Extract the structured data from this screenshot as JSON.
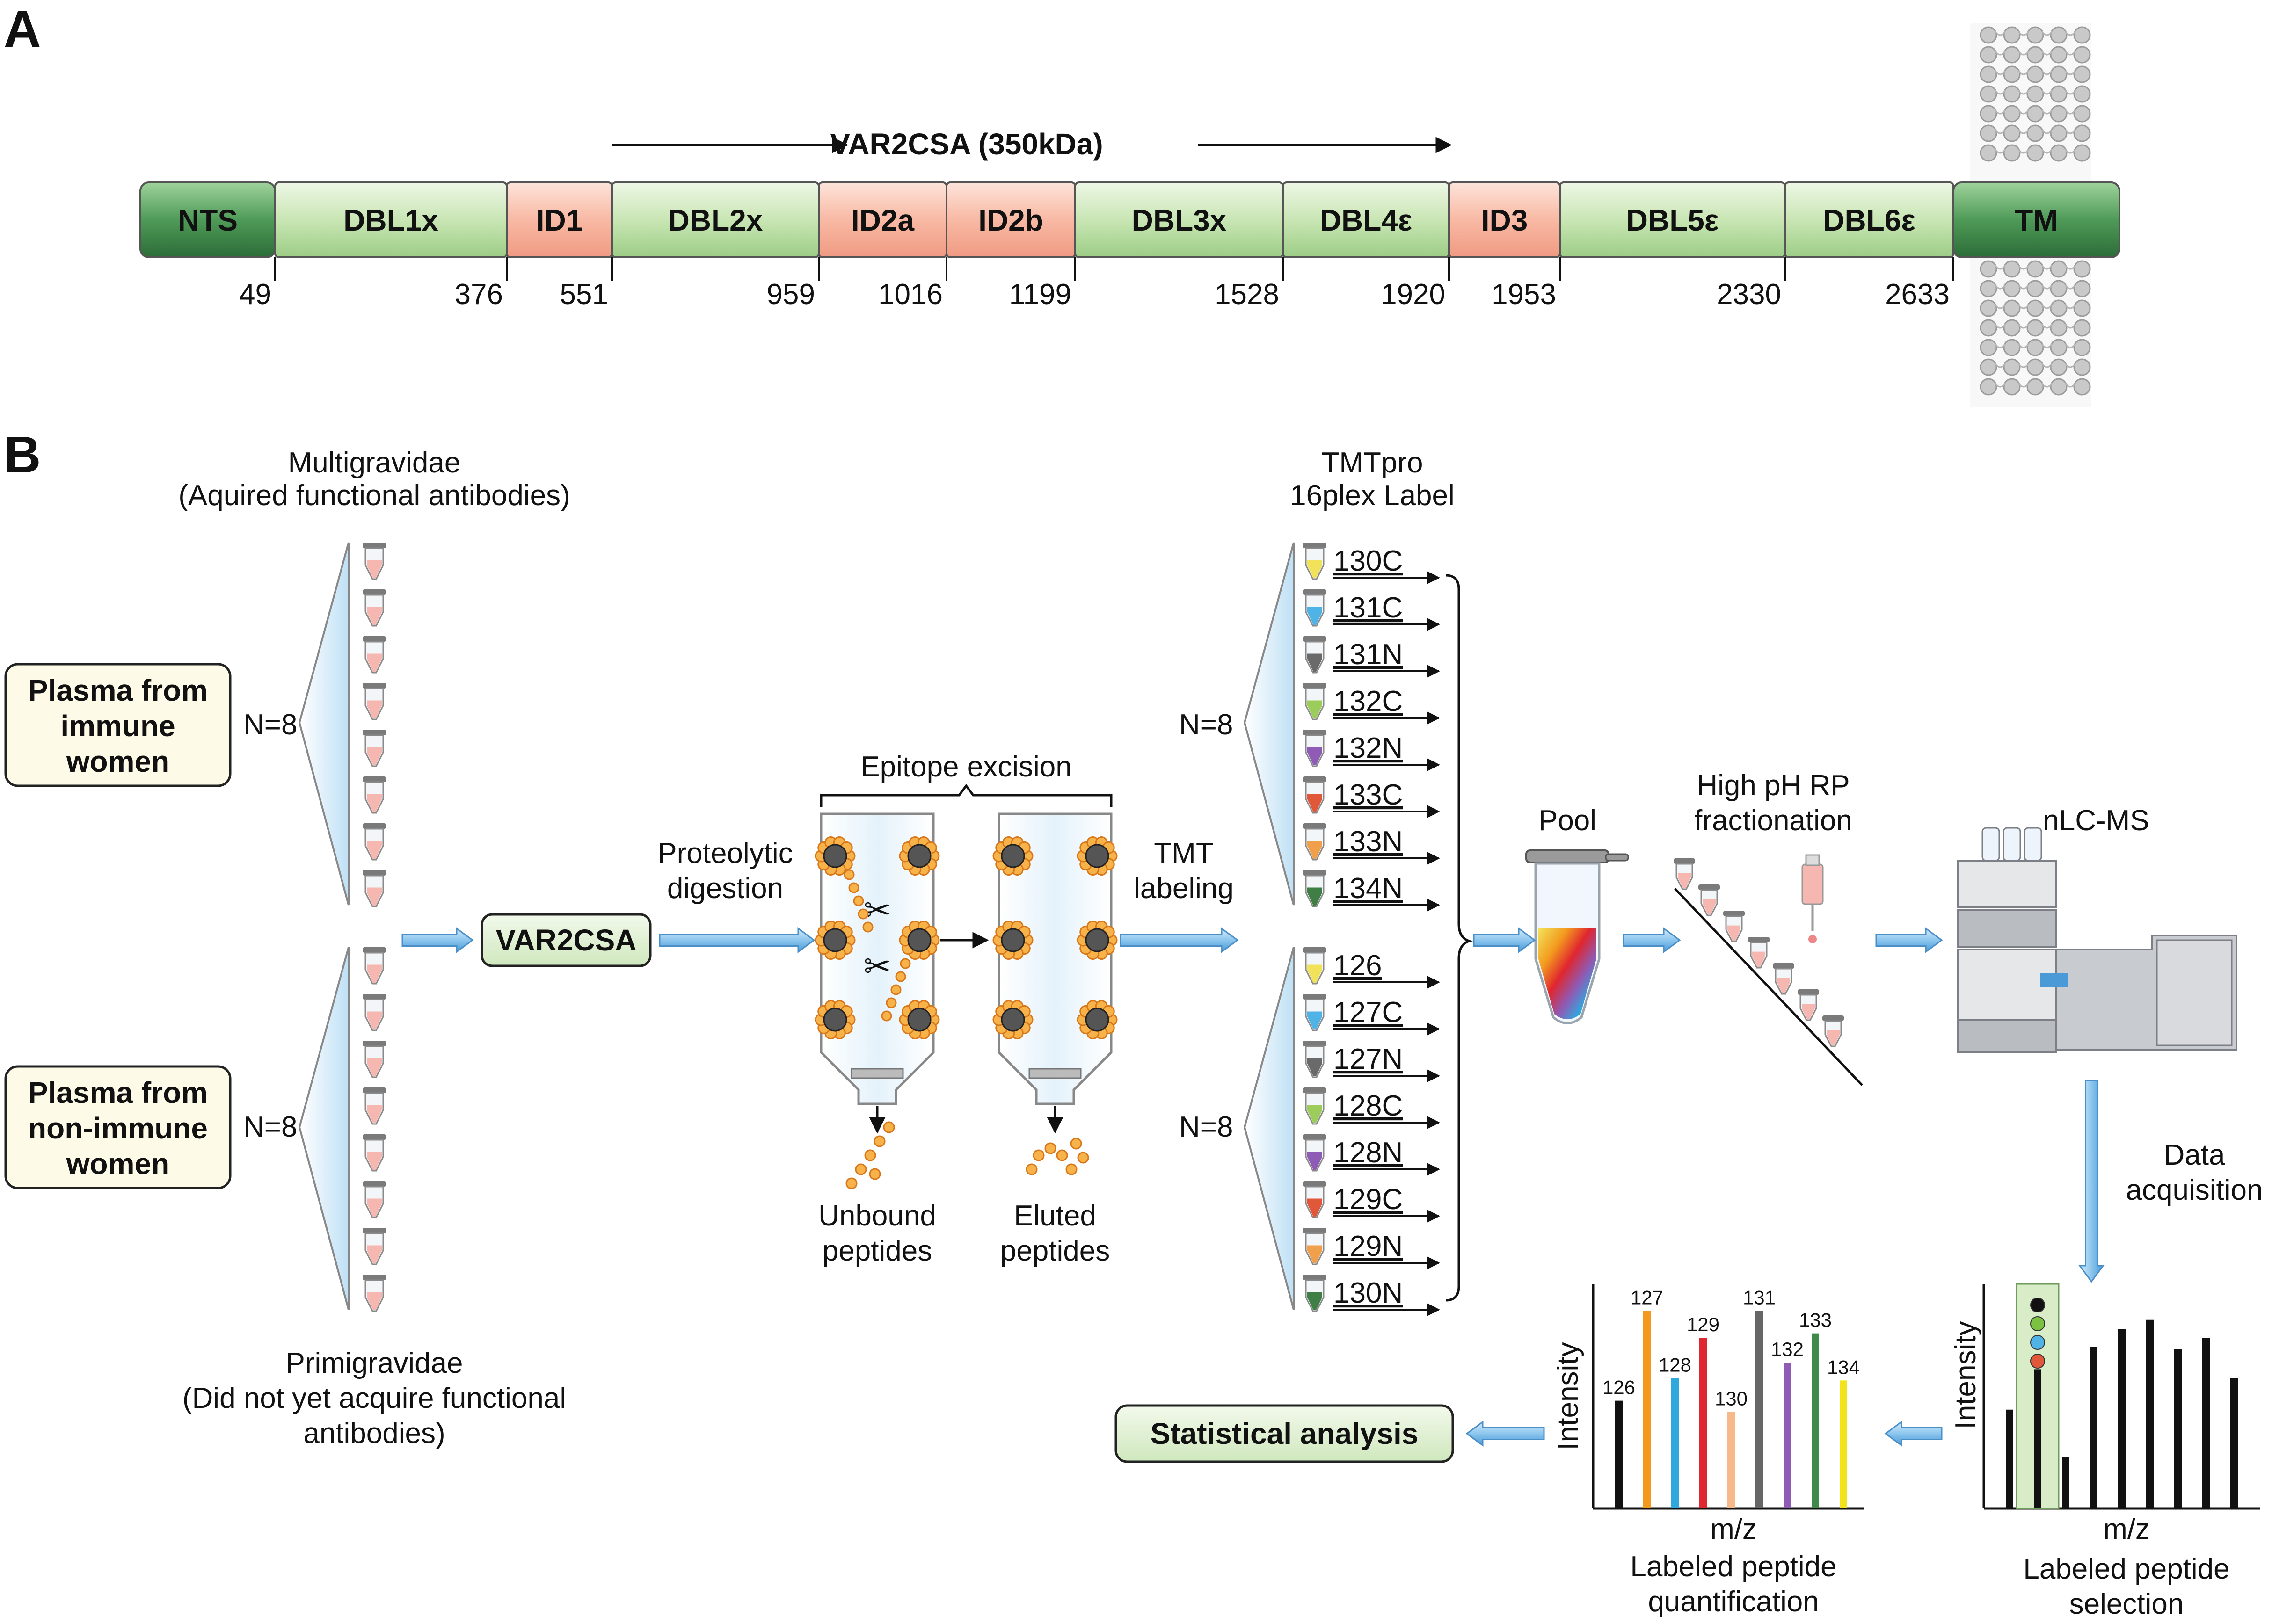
{
  "panel_a": {
    "letter": "A",
    "protein_label": "VAR2CSA (350kDa)",
    "domains": [
      {
        "name": "NTS",
        "kind": "dark"
      },
      {
        "name": "DBL1x",
        "kind": "light"
      },
      {
        "name": "ID1",
        "kind": "pink"
      },
      {
        "name": "DBL2x",
        "kind": "light"
      },
      {
        "name": "ID2a",
        "kind": "pink"
      },
      {
        "name": "ID2b",
        "kind": "pink"
      },
      {
        "name": "DBL3x",
        "kind": "light"
      },
      {
        "name": "DBL4ε",
        "kind": "light"
      },
      {
        "name": "ID3",
        "kind": "pink"
      },
      {
        "name": "DBL5ε",
        "kind": "light"
      },
      {
        "name": "DBL6ε",
        "kind": "light"
      },
      {
        "name": "TM",
        "kind": "dark"
      }
    ],
    "positions": [
      "49",
      "376",
      "551",
      "959",
      "1016",
      "1199",
      "1528",
      "1920",
      "1953",
      "2330",
      "2633"
    ]
  },
  "panel_b": {
    "letter": "B",
    "multigravidae": "Multigravidae",
    "multigravidae_sub": "(Aquired functional antibodies)",
    "immune_box": [
      "Plasma from",
      "immune",
      "women"
    ],
    "nonimmune_box": [
      "Plasma from",
      "non-immune",
      "women"
    ],
    "n_label": "N=8",
    "primigravidae": "Primigravidae",
    "primigravidae_sub": [
      "(Did not yet acquire functional",
      "antibodies)"
    ],
    "var2csa_box": "VAR2CSA",
    "proteolytic": [
      "Proteolytic",
      "digestion"
    ],
    "epitope_excision": "Epitope excision",
    "unbound": [
      "Unbound",
      "peptides"
    ],
    "eluted": [
      "Eluted",
      "peptides"
    ],
    "tmt_labeling": [
      "TMT",
      "labeling"
    ],
    "tmtpro": [
      "TMTpro",
      "16plex Label"
    ],
    "labels_top": [
      "130C",
      "131C",
      "131N",
      "132C",
      "132N",
      "133C",
      "133N",
      "134N"
    ],
    "labels_bottom": [
      "126",
      "127C",
      "127N",
      "128C",
      "128N",
      "129C",
      "129N",
      "130N"
    ],
    "tube_colors_top": [
      "#f2e25a",
      "#4fb3e6",
      "#6a6a6a",
      "#9ccc5a",
      "#8e5bb5",
      "#e0573a",
      "#f0a04a",
      "#3f7f45"
    ],
    "tube_colors_bottom": [
      "#f2e25a",
      "#4fb3e6",
      "#6a6a6a",
      "#9ccc5a",
      "#8e5bb5",
      "#e0573a",
      "#f0a04a",
      "#3f7f45"
    ],
    "pool": "Pool",
    "high_ph": [
      "High pH RP",
      "fractionation"
    ],
    "nlcms": "nLC-MS",
    "data_acquisition": [
      "Data",
      "acquisition"
    ],
    "statistical": "Statistical analysis",
    "intensity": "Intensity",
    "mz": "m/z",
    "quant_caption": [
      "Labeled peptide",
      "quantification"
    ],
    "select_caption": [
      "Labeled peptide",
      "selection"
    ],
    "reporter_peaks": [
      {
        "label": "126",
        "value": 0.48,
        "color": "#111111"
      },
      {
        "label": "127",
        "value": 0.88,
        "color": "#f39a1e"
      },
      {
        "label": "128",
        "value": 0.58,
        "color": "#2fa8de"
      },
      {
        "label": "129",
        "value": 0.76,
        "color": "#e0262f"
      },
      {
        "label": "130",
        "value": 0.43,
        "color": "#f7b98a"
      },
      {
        "label": "131",
        "value": 0.88,
        "color": "#666666"
      },
      {
        "label": "132",
        "value": 0.65,
        "color": "#8e5bb5"
      },
      {
        "label": "133",
        "value": 0.78,
        "color": "#3f8a4a"
      },
      {
        "label": "134",
        "value": 0.57,
        "color": "#f2e21a"
      }
    ],
    "selection_peaks": [
      0.44,
      0.62,
      0.23,
      0.72,
      0.8,
      0.84,
      0.71,
      0.76,
      0.58
    ],
    "selection_dots": [
      "#111111",
      "#7cc242",
      "#4fb3e6",
      "#e0573a"
    ]
  }
}
